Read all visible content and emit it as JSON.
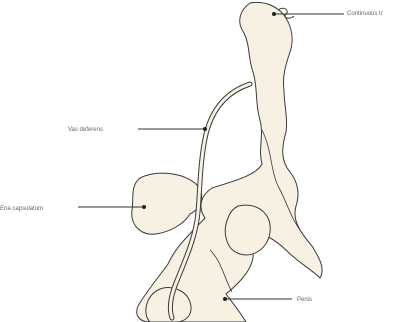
{
  "figure": {
    "labels": {
      "continuous": "Continuous tr",
      "vas_deferens": "Vas deferens",
      "capsulatum": "Ena capsulatum",
      "penis": "Penis"
    },
    "colors": {
      "fill": "#f6f1e3",
      "stroke": "#3a3a3a",
      "leader": "#333333"
    }
  }
}
